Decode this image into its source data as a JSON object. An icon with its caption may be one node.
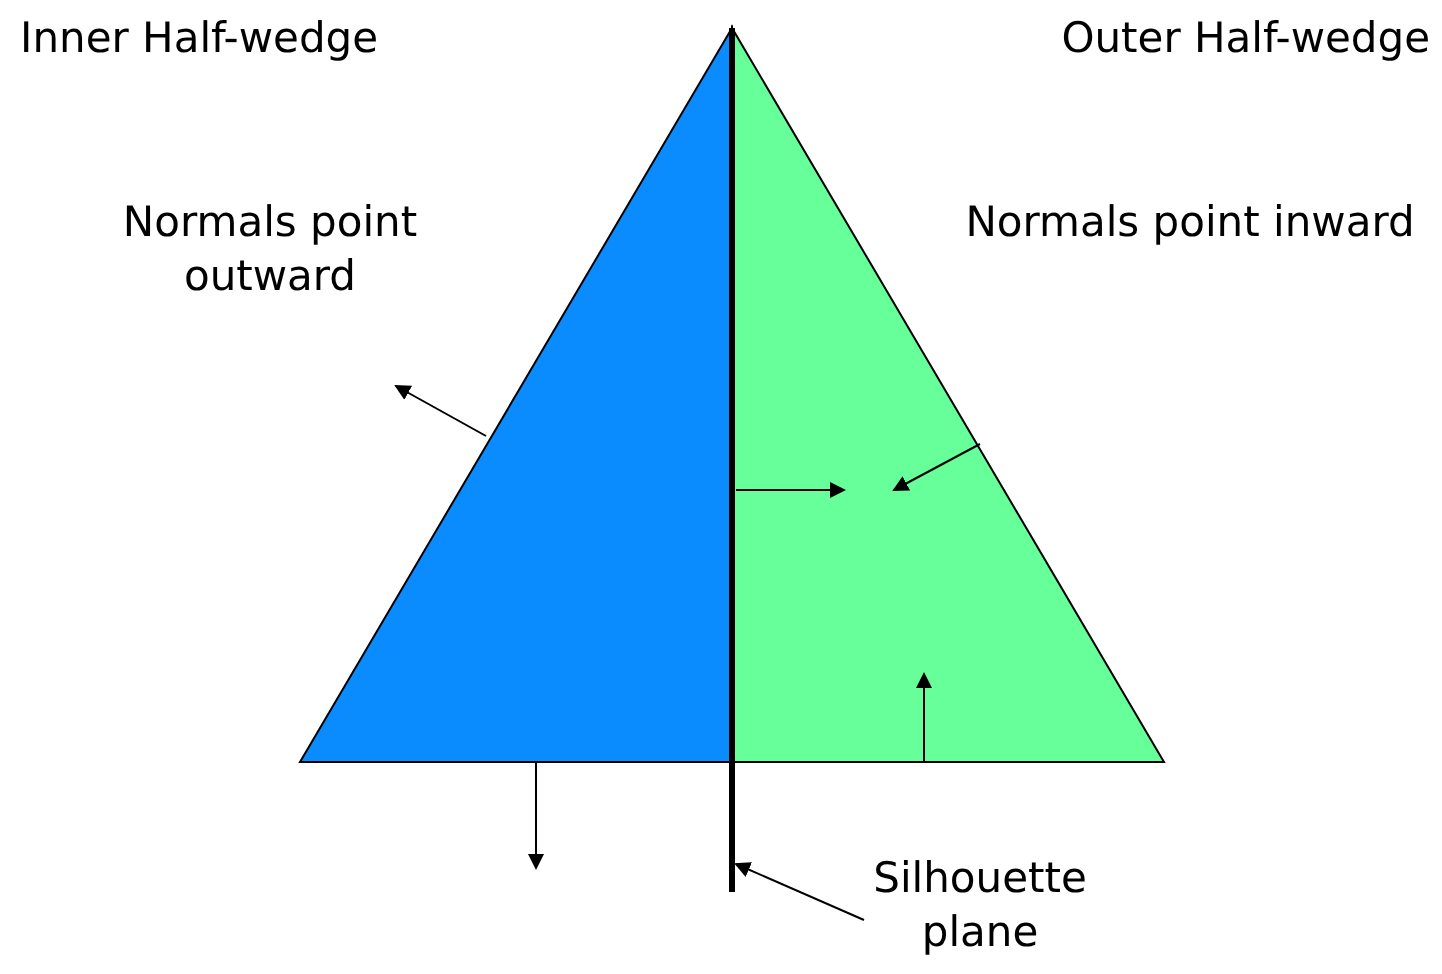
{
  "diagram": {
    "nodes": [
      {
        "text": [
          "Silhouette plane"
        ]
      },
      {
        "text": [],
        "shape": "bar"
      }
    ],
    "edges": [
      {
        "from": 0,
        "to": 1,
        "arrow": "to"
      }
    ],
    "labels": [
      "Inner Half-wedge",
      "Outer Half-wedge",
      "Normals point outward",
      "Normals point inward"
    ]
  }
}
